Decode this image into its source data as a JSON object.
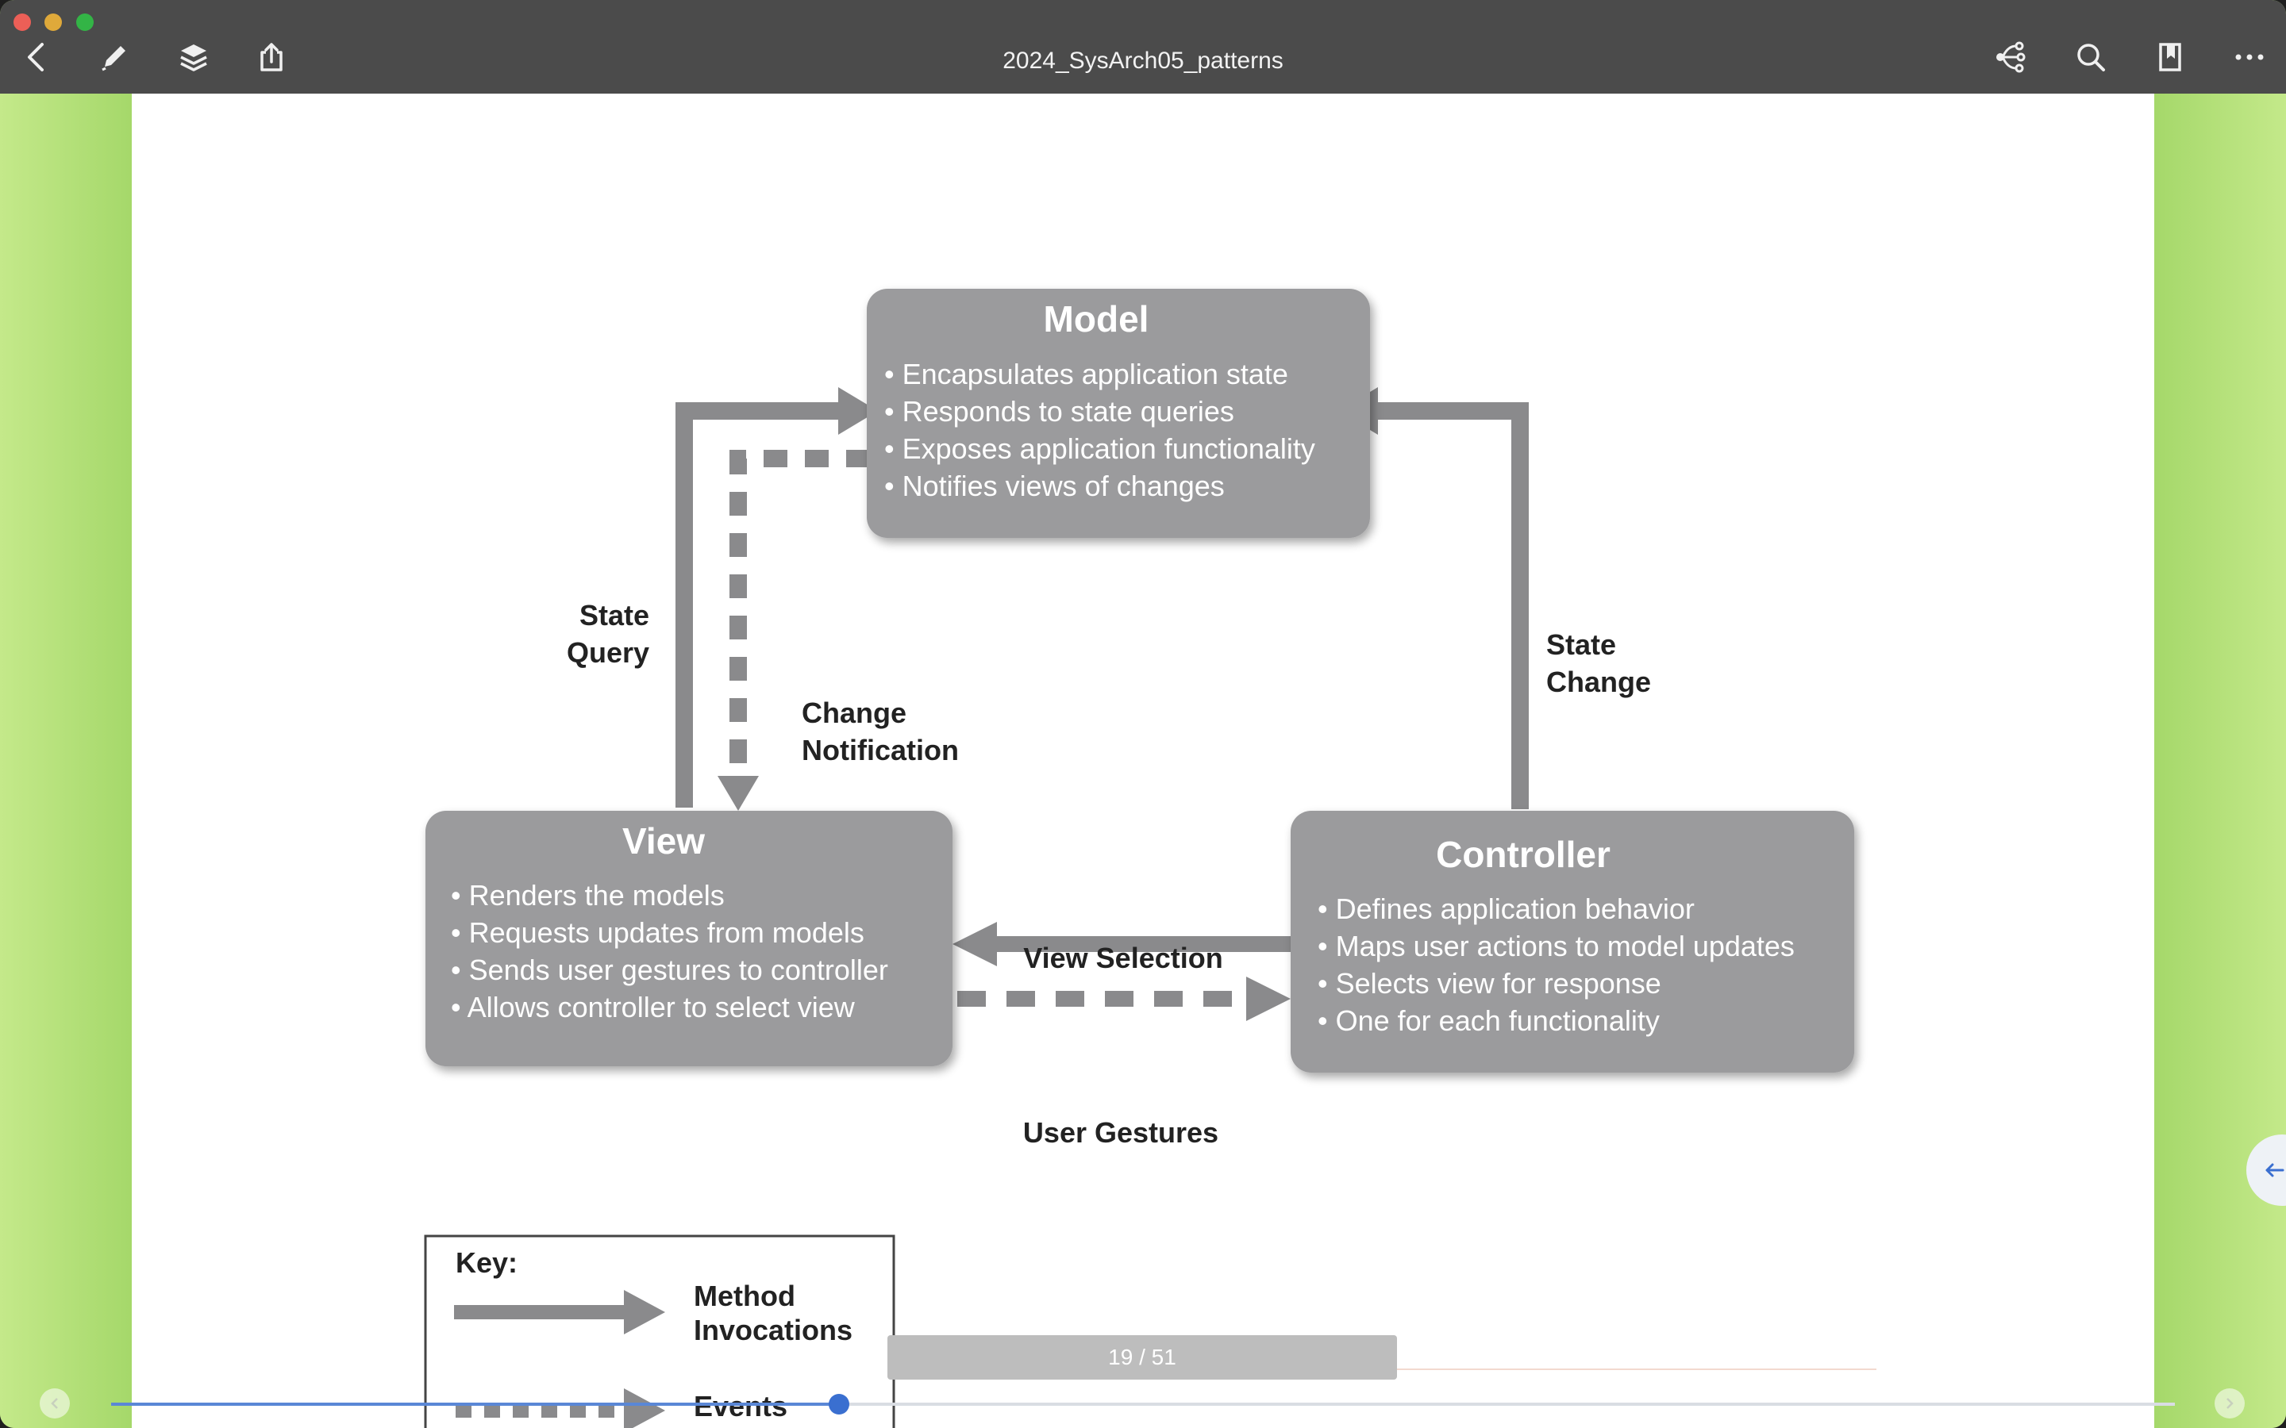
{
  "window": {
    "title": "2024_SysArch05_patterns"
  },
  "toolbar": {
    "left_icons": [
      "back-icon",
      "pencil-icon",
      "layers-icon",
      "share-icon"
    ],
    "right_icons": [
      "graph-icon",
      "search-icon",
      "bookmark-icon",
      "more-icon"
    ]
  },
  "diagram": {
    "model": {
      "title": "Model",
      "items": [
        "Encapsulates application state",
        "Responds to state queries",
        "Exposes application functionality",
        "Notifies views of changes"
      ]
    },
    "view": {
      "title": "View",
      "items": [
        "Renders the models",
        "Requests updates from models",
        "Sends user gestures to controller",
        "Allows controller to select view"
      ]
    },
    "controller": {
      "title": "Controller",
      "items": [
        "Defines application behavior",
        "Maps user actions to model updates",
        "Selects view for response",
        "One for each functionality"
      ]
    },
    "labels": {
      "state_query_1": "State",
      "state_query_2": "Query",
      "change_notification_1": "Change",
      "change_notification_2": "Notification",
      "state_change_1": "State",
      "state_change_2": "Change",
      "view_selection": "View Selection",
      "user_gestures": "User Gestures"
    },
    "key": {
      "title": "Key:",
      "method_1": "Method",
      "method_2": "Invocations",
      "events": "Events"
    }
  },
  "pager": {
    "indicator": "19 / 51",
    "current": 19,
    "total": 51
  },
  "colors": {
    "box": "#9b9b9d",
    "arrow": "#8a8a8c",
    "slider": "#3a6fd0"
  }
}
